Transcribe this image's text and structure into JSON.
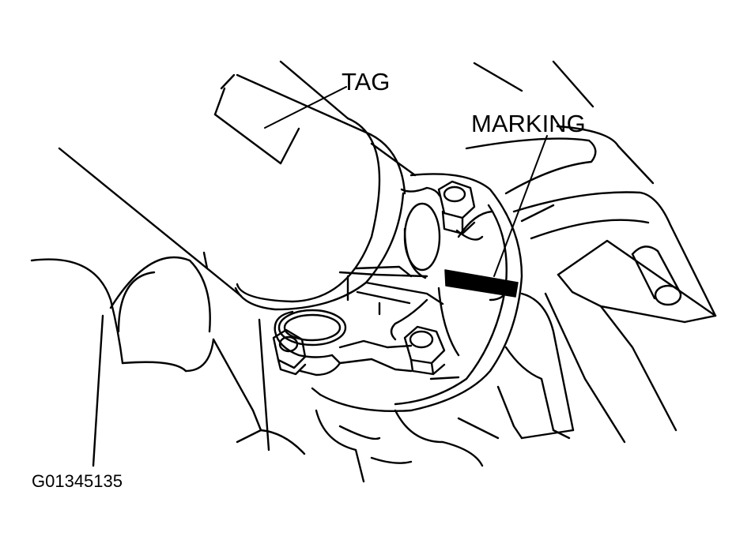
{
  "labels": {
    "tag": "TAG",
    "marking": "MARKING"
  },
  "figure_id": "G01345135",
  "colors": {
    "ink": "#000000",
    "paper": "#ffffff"
  }
}
